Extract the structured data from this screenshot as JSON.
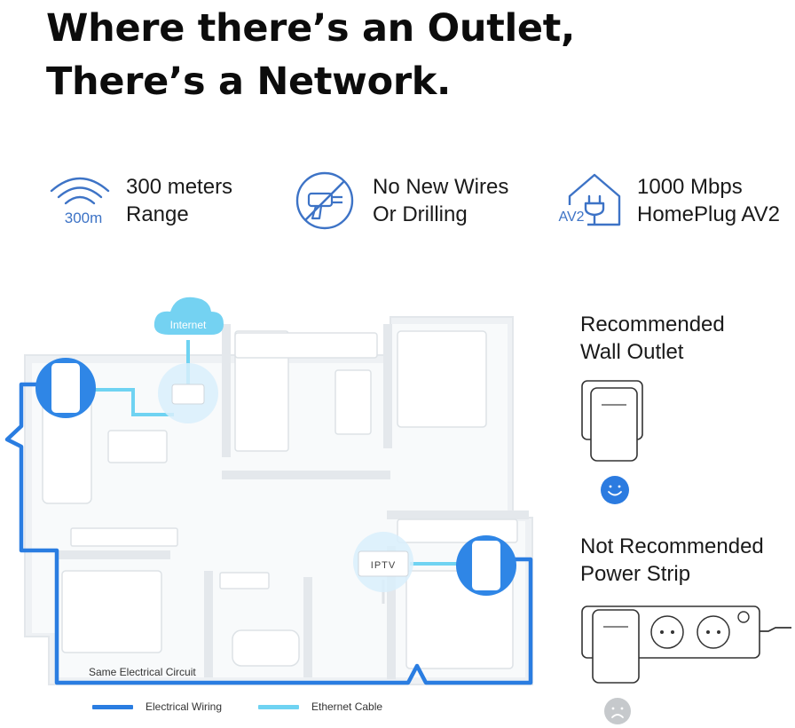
{
  "headline": {
    "line1": "Where there’s an Outlet,",
    "line2": "There’s a Network."
  },
  "features": [
    {
      "icon": "wifi-range-icon",
      "icon_label": "300m",
      "line1": "300 meters",
      "line2": "Range"
    },
    {
      "icon": "no-drill-icon",
      "line1": "No New Wires",
      "line2": "Or Drilling"
    },
    {
      "icon": "house-plug-icon",
      "icon_label": "AV2",
      "line1": "1000 Mbps",
      "line2": "HomePlug AV2"
    }
  ],
  "floorplan": {
    "cloud_label": "Internet",
    "iptv_label": "IPTV",
    "circuit_label": "Same Electrical Circuit"
  },
  "legend": {
    "electrical": "Electrical Wiring",
    "ethernet": "Ethernet Cable"
  },
  "recommended": {
    "line1": "Recommended",
    "line2": "Wall Outlet"
  },
  "not_recommended": {
    "line1": "Not Recommended",
    "line2": "Power Strip"
  },
  "colors": {
    "accent": "#2b7be0",
    "electrical_wiring": "#2a7de1",
    "ethernet_cable": "#6fd3f2",
    "icon_blue": "#3d73c6",
    "sad_face": "#c6c9cc"
  }
}
